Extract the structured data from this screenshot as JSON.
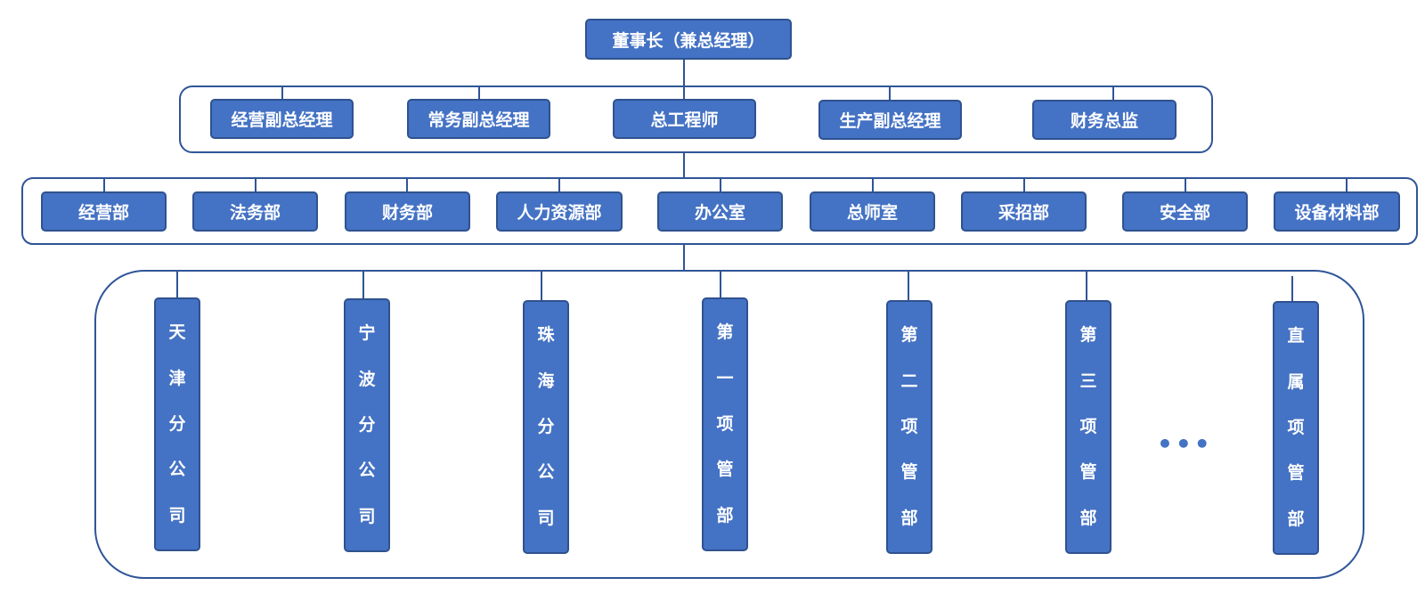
{
  "top": {
    "label": "董事长（兼总经理）"
  },
  "executives": [
    {
      "label": "经营副总经理"
    },
    {
      "label": "常务副总经理"
    },
    {
      "label": "总工程师"
    },
    {
      "label": "生产副总经理"
    },
    {
      "label": "财务总监"
    }
  ],
  "departments": [
    {
      "label": "经营部"
    },
    {
      "label": "法务部"
    },
    {
      "label": "财务部"
    },
    {
      "label": "人力资源部"
    },
    {
      "label": "办公室"
    },
    {
      "label": "总师室"
    },
    {
      "label": "采招部"
    },
    {
      "label": "安全部"
    },
    {
      "label": "设备材料部"
    }
  ],
  "units": [
    {
      "label": "天津分公司"
    },
    {
      "label": "宁波分公司"
    },
    {
      "label": "珠海分公司"
    },
    {
      "label": "第一项管部"
    },
    {
      "label": "第二项管部"
    },
    {
      "label": "第三项管部"
    },
    {
      "label": "直属项管部"
    }
  ],
  "ellipsis": "•••",
  "colors": {
    "node_fill": "#4472C4",
    "node_border": "#2F528F",
    "line": "#2F5597",
    "text": "#FFFFFF"
  }
}
